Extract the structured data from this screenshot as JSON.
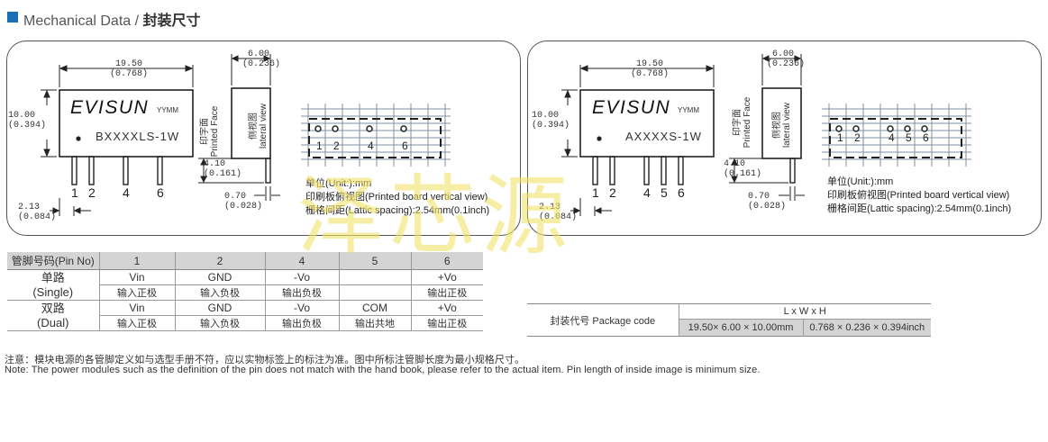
{
  "header": {
    "title_en": "Mechanical Data",
    "separator": "/",
    "title_cn": "封装尺寸"
  },
  "colors": {
    "accent": "#1a6fb7",
    "table_header_bg": "#d4d4d4",
    "watermark": "#f2e46a"
  },
  "watermark": "泽芯源",
  "drawings": [
    {
      "id": "single",
      "dim_length": "19.50",
      "dim_length_in": "(0.768)",
      "dim_height": "10.00",
      "dim_height_in": "(0.394)",
      "dim_pitch": "2.13",
      "dim_pitch_in": "(0.084)",
      "dim_width": "6.00",
      "dim_width_in": "(0.236)",
      "dim_pin_len": "4.10",
      "dim_pin_len_in": "(0.161)",
      "dim_pin_w": "0.70",
      "dim_pin_w_in": "(0.028)",
      "brand": "EVISUN",
      "date_code": "YYMM",
      "model": "BXXXXLS-1W",
      "pins": [
        "1",
        "2",
        "4",
        "6"
      ],
      "printed_face_cn": "印字面",
      "printed_face_en": "Printed Face",
      "side_view_cn": "侧视图",
      "side_view_en": "lateral view",
      "unit_line": "单位(Unit:):mm",
      "board_line": "印刷板俯视图(Printed board vertical view)",
      "grid_line": "栅格间距(Lattic spacing):2.54mm(0.1inch)"
    },
    {
      "id": "dual",
      "dim_length": "19.50",
      "dim_length_in": "(0.768)",
      "dim_height": "10.00",
      "dim_height_in": "(0.394)",
      "dim_pitch": "2.13",
      "dim_pitch_in": "(0.084)",
      "dim_width": "6.00",
      "dim_width_in": "(0.236)",
      "dim_pin_len": "4.10",
      "dim_pin_len_in": "(0.161)",
      "dim_pin_w": "0.70",
      "dim_pin_w_in": "(0.028)",
      "brand": "EVISUN",
      "date_code": "YYMM",
      "model": "AXXXXS-1W",
      "pins": [
        "1",
        "2",
        "4",
        "5",
        "6"
      ],
      "printed_face_cn": "印字面",
      "printed_face_en": "Printed Face",
      "side_view_cn": "侧视图",
      "side_view_en": "lateral view",
      "unit_line": "单位(Unit:):mm",
      "board_line": "印刷板俯视图(Printed board vertical view)",
      "grid_line": "栅格间距(Lattic spacing):2.54mm(0.1inch)"
    }
  ],
  "pin_table": {
    "header": [
      "管脚号码(Pin No)",
      "1",
      "2",
      "4",
      "5",
      "6"
    ],
    "single": {
      "label_cn": "单路",
      "label_en": "(Single)",
      "values": [
        "Vin",
        "GND",
        "-Vo",
        "",
        "+Vo"
      ],
      "desc": [
        "输入正极",
        "输入负极",
        "输出负极",
        "",
        "输出正极"
      ]
    },
    "dual": {
      "label_cn": "双路",
      "label_en": "(Dual)",
      "values": [
        "Vin",
        "GND",
        "-Vo",
        "COM",
        "+Vo"
      ],
      "desc": [
        "输入正极",
        "输入负极",
        "输出负极",
        "输出共地",
        "输出正极"
      ]
    }
  },
  "package_table": {
    "label": "封装代号  Package code",
    "dims_header": "L x W x H",
    "dims_mm": "19.50× 6.00 × 10.00mm",
    "dims_in": "0.768 × 0.236 × 0.394inch"
  },
  "notes": {
    "cn": "注意：模块电源的各管脚定义如与选型手册不符，应以实物标签上的标注为准。图中所标注管脚长度为最小规格尺寸。",
    "en": "Note:  The power modules such as the definition of the pin does not match with the  hand book, please refer to the actual item. Pin length of inside image is  minimum size."
  }
}
